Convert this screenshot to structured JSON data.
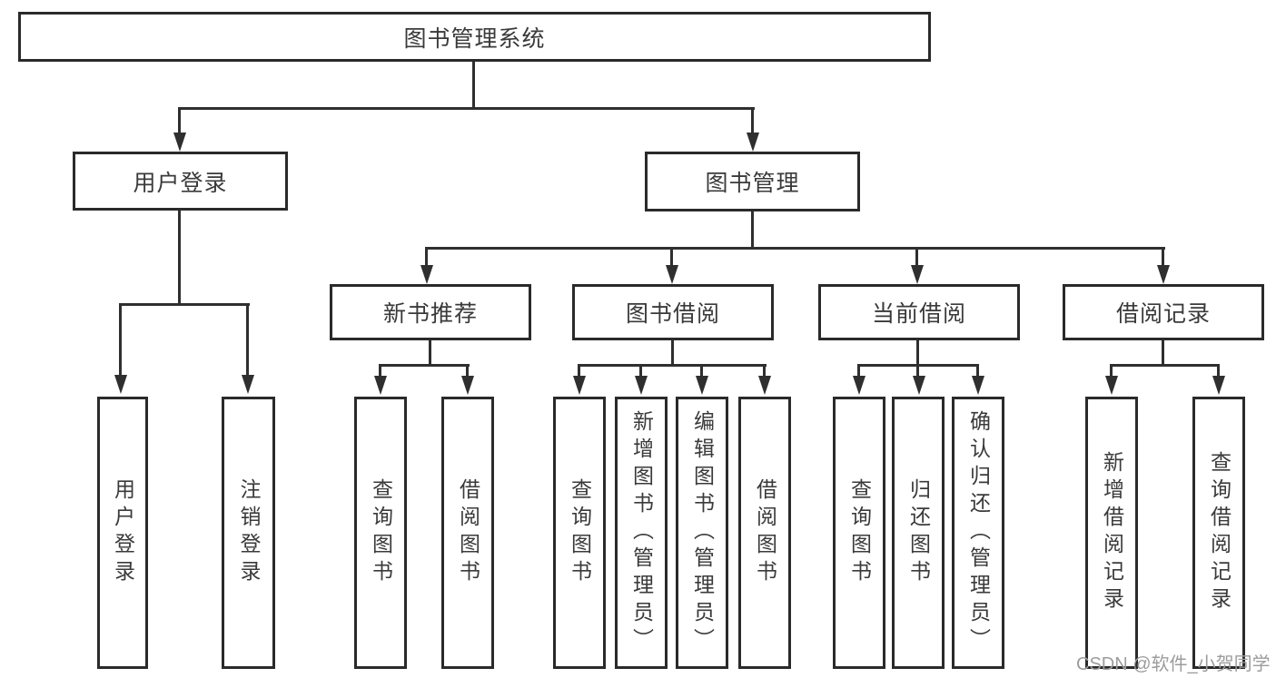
{
  "diagram_title": "图书管理系统",
  "tree": {
    "label": "图书管理系统",
    "children": [
      {
        "label": "用户登录",
        "children": [
          {
            "label": "用户登录"
          },
          {
            "label": "注销登录"
          }
        ]
      },
      {
        "label": "图书管理",
        "children": [
          {
            "label": "新书推荐",
            "children": [
              {
                "label": "查询图书"
              },
              {
                "label": "借阅图书"
              }
            ]
          },
          {
            "label": "图书借阅",
            "children": [
              {
                "label": "查询图书"
              },
              {
                "label": "新增图书（管理员）"
              },
              {
                "label": "编辑图书（管理员）"
              },
              {
                "label": "借阅图书"
              }
            ]
          },
          {
            "label": "当前借阅",
            "children": [
              {
                "label": "查询图书"
              },
              {
                "label": "归还图书"
              },
              {
                "label": "确认归还（管理员）"
              }
            ]
          },
          {
            "label": "借阅记录",
            "children": [
              {
                "label": "新增借阅记录"
              },
              {
                "label": "查询借阅记录"
              }
            ]
          }
        ]
      }
    ]
  },
  "watermark": "CSDN @软件_小贺同学",
  "colors": {
    "line": "#2f2f2f",
    "border": "#2a2a2a",
    "text": "#3a3a3a",
    "watermark": "#9c9c9c",
    "background": "#ffffff"
  }
}
